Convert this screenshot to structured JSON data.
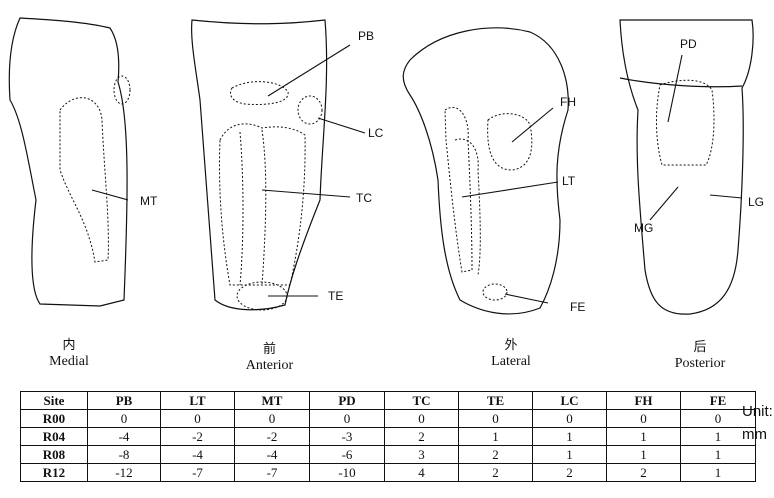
{
  "labels": {
    "PB": "PB",
    "LC": "LC",
    "MT": "MT",
    "TC": "TC",
    "TE": "TE",
    "FH": "FH",
    "LT": "LT",
    "FE": "FE",
    "PD": "PD",
    "MG": "MG",
    "LG": "LG"
  },
  "views": [
    {
      "zh": "内",
      "en": "Medial"
    },
    {
      "zh": "前",
      "en": "Anterior"
    },
    {
      "zh": "外",
      "en": "Lateral"
    },
    {
      "zh": "后",
      "en": "Posterior"
    }
  ],
  "table": {
    "headers": [
      "Site",
      "PB",
      "LT",
      "MT",
      "PD",
      "TC",
      "TE",
      "LC",
      "FH",
      "FE"
    ],
    "rows": [
      [
        "R00",
        "0",
        "0",
        "0",
        "0",
        "0",
        "0",
        "0",
        "0",
        "0"
      ],
      [
        "R04",
        "-4",
        "-2",
        "-2",
        "-3",
        "2",
        "1",
        "1",
        "1",
        "1"
      ],
      [
        "R08",
        "-8",
        "-4",
        "-4",
        "-6",
        "3",
        "2",
        "1",
        "1",
        "1"
      ],
      [
        "R12",
        "-12",
        "-7",
        "-7",
        "-10",
        "4",
        "2",
        "2",
        "2",
        "1"
      ]
    ],
    "unit_line1": "Unit:",
    "unit_line2": "mm"
  }
}
